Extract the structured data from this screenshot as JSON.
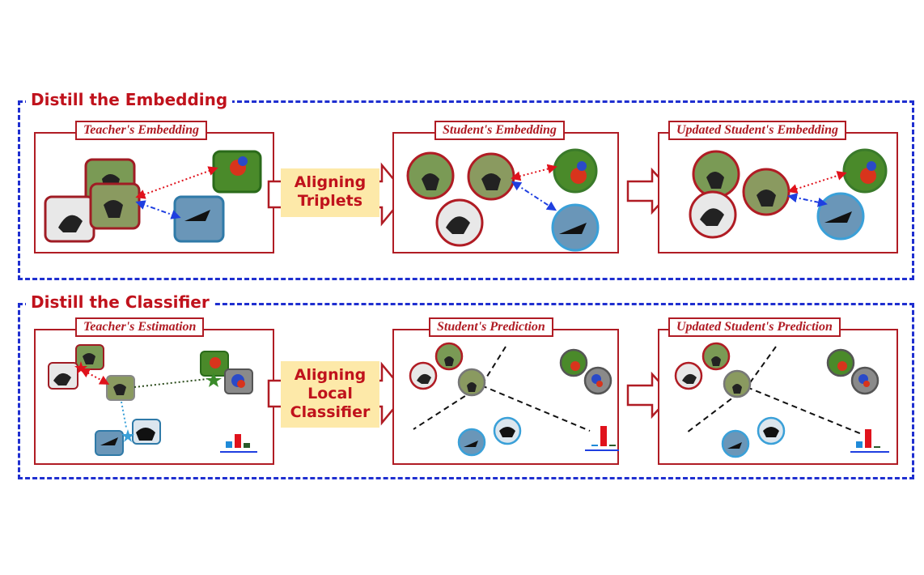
{
  "sections": {
    "embedding": {
      "title": "Distill the Embedding",
      "teacher_label": "Teacher's Embedding",
      "align_lines": [
        "Aligning",
        "Triplets"
      ],
      "student_label": "Student's Embedding",
      "updated_label": "Updated Student's Embedding"
    },
    "classifier": {
      "title": "Distill the Classifier",
      "teacher_label": "Teacher's Estimation",
      "align_lines": [
        "Aligning",
        "Local",
        "Classifier"
      ],
      "student_label": "Student's Prediction",
      "updated_label": "Updated  Student's Prediction"
    }
  },
  "colors": {
    "section_border": "#1f2fd0",
    "accent_red": "#c0121c",
    "panel_border": "#b01c24",
    "align_fill": "#fde9a9",
    "positive": "#e0121c",
    "negative": "#1f3fe0",
    "blue_ring": "#3aa0d8",
    "green_ring": "#3a8a2a"
  },
  "icons": {
    "bird_image": "bird-photo-icon",
    "star": "star-icon",
    "bar_glyph": "bar-histogram-icon"
  }
}
